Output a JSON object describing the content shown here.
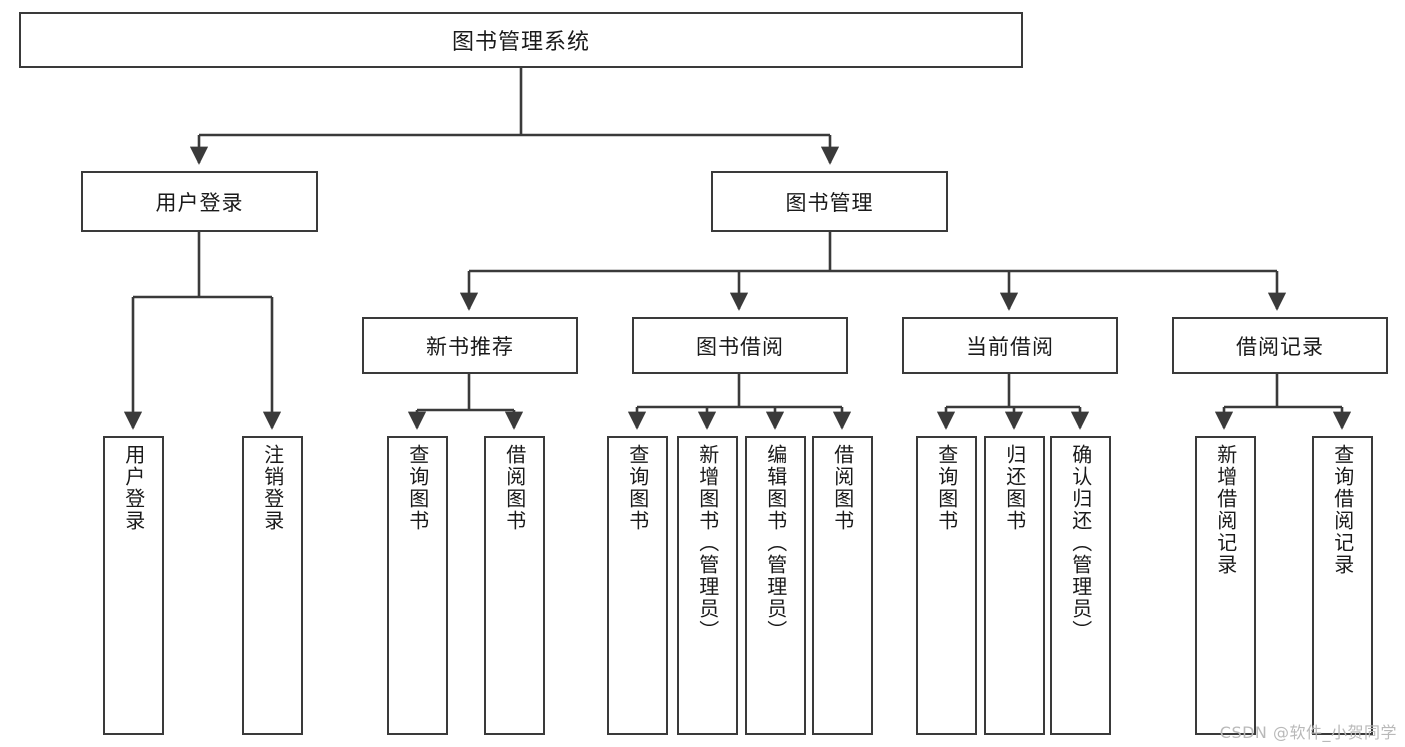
{
  "diagram": {
    "title": "图书管理系统",
    "watermark": "CSDN @软件_小贺同学",
    "line_color": "#3a3a3a",
    "box_fill": "#ffffff",
    "text_color": "#1a1a1a"
  },
  "root": {
    "label": "图书管理系统"
  },
  "level2": [
    {
      "label": "用户登录"
    },
    {
      "label": "图书管理"
    }
  ],
  "level3": [
    {
      "label": "新书推荐"
    },
    {
      "label": "图书借阅"
    },
    {
      "label": "当前借阅"
    },
    {
      "label": "借阅记录"
    }
  ],
  "leaves": {
    "user_login": [
      {
        "label": "用户登录"
      },
      {
        "label": "注销登录"
      }
    ],
    "new_book": [
      {
        "label": "查询图书"
      },
      {
        "label": "借阅图书"
      }
    ],
    "book_borrow": [
      {
        "label": "查询图书"
      },
      {
        "label": "新增图书（管理员）"
      },
      {
        "label": "编辑图书（管理员）"
      },
      {
        "label": "借阅图书"
      }
    ],
    "current_borrow": [
      {
        "label": "查询图书"
      },
      {
        "label": "归还图书"
      },
      {
        "label": "确认归还（管理员）"
      }
    ],
    "borrow_record": [
      {
        "label": "新增借阅记录"
      },
      {
        "label": "查询借阅记录"
      }
    ]
  }
}
